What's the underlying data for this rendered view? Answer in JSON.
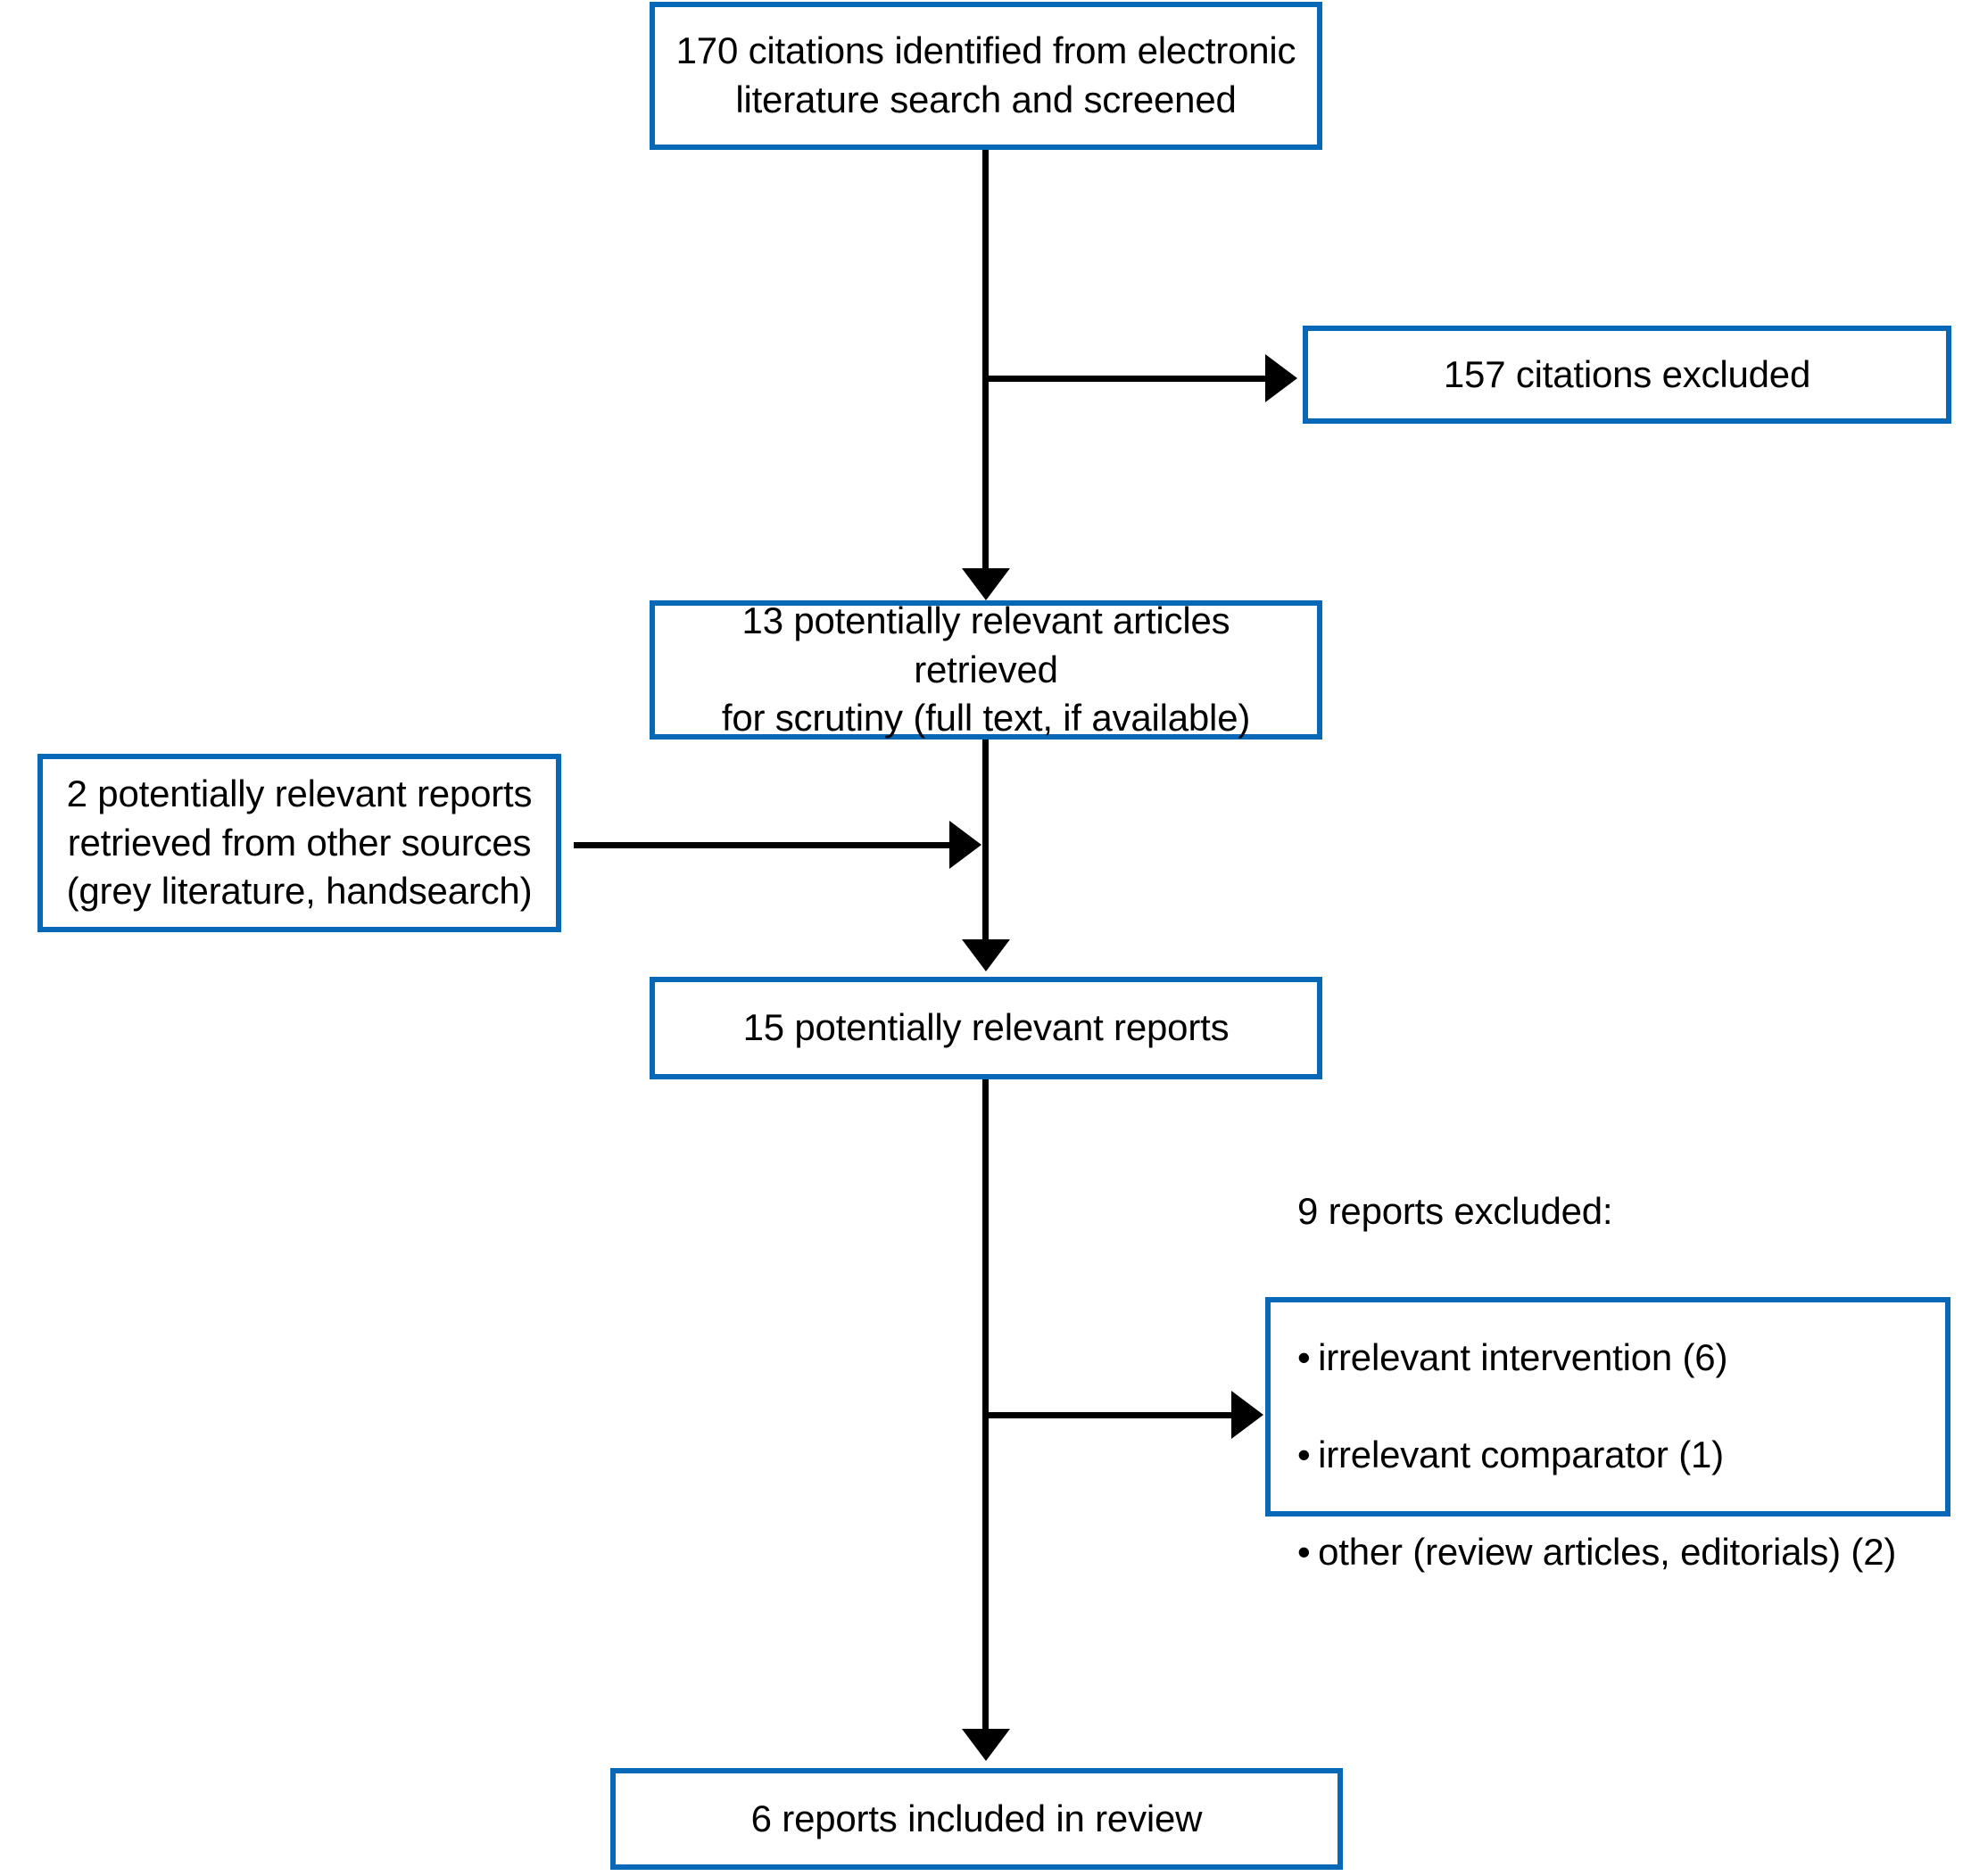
{
  "diagram": {
    "title": "PRISMA study selection flow diagram",
    "accent_color": "#0868b8",
    "line_color": "#000000",
    "background_color": "#ffffff",
    "nodes": {
      "identified": {
        "id": "identified",
        "text": "170 citations identified from electronic\nliterature search and screened",
        "count": 170
      },
      "excluded_citations": {
        "id": "excluded_citations",
        "text": "157 citations excluded",
        "count": 157
      },
      "retrieved_articles": {
        "id": "retrieved_articles",
        "text": "13 potentially relevant articles retrieved\nfor scrutiny (full text, if available)",
        "count": 13
      },
      "other_sources": {
        "id": "other_sources",
        "text": "2 potentially relevant reports\nretrieved from other sources\n(grey literature, handsearch)",
        "count": 2
      },
      "relevant_reports": {
        "id": "relevant_reports",
        "text": "15 potentially relevant reports",
        "count": 15
      },
      "excluded_reports": {
        "id": "excluded_reports",
        "heading": "9 reports excluded:",
        "count": 9,
        "bullet_char": "•",
        "reasons": [
          "irrelevant intervention (6)",
          "irrelevant comparator (1)",
          "other (review articles, editorials) (2)"
        ]
      },
      "included": {
        "id": "included",
        "text": "6 reports included in review",
        "count": 6
      }
    },
    "edges": [
      {
        "from": "identified",
        "to": "retrieved_articles",
        "kind": "down-arrow"
      },
      {
        "from": "identified",
        "to": "excluded_citations",
        "kind": "right-arrow"
      },
      {
        "from": "other_sources",
        "to": "relevant_reports",
        "kind": "right-arrow"
      },
      {
        "from": "retrieved_articles",
        "to": "relevant_reports",
        "kind": "down-arrow"
      },
      {
        "from": "relevant_reports",
        "to": "excluded_reports",
        "kind": "right-arrow"
      },
      {
        "from": "relevant_reports",
        "to": "included",
        "kind": "down-arrow"
      }
    ]
  }
}
